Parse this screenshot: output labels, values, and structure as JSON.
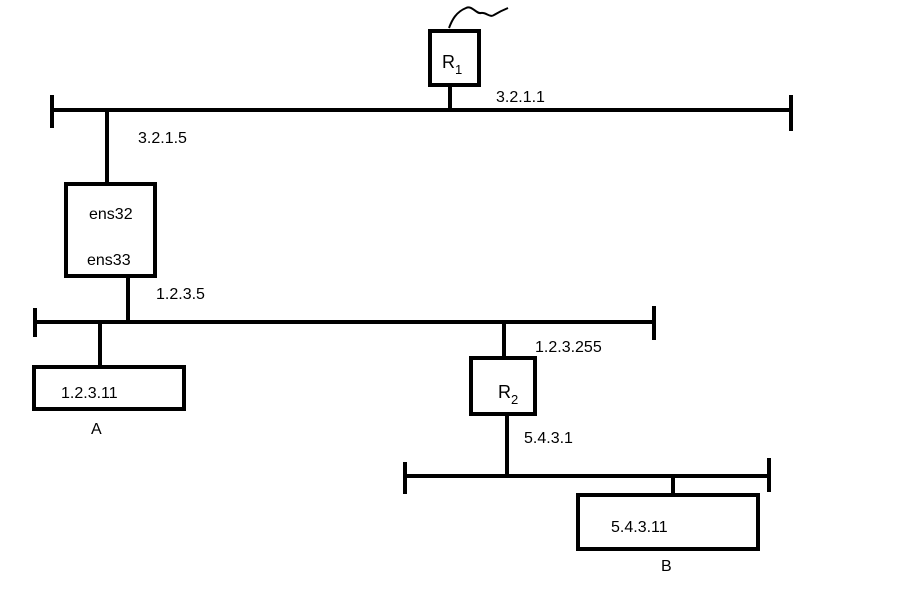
{
  "router_r1": {
    "letter": "R",
    "subscript": "1",
    "address": "3.2.1.1"
  },
  "router_r2": {
    "letter": "R",
    "subscript": "2",
    "address_top": "1.2.3.255",
    "address_bottom": "5.4.3.1"
  },
  "gateway": {
    "iface_top": "ens32",
    "iface_bottom": "ens33",
    "address_top": "3.2.1.5",
    "address_bottom": "1.2.3.5"
  },
  "host_a": {
    "address": "1.2.3.11",
    "name": "A"
  },
  "host_b": {
    "address": "5.4.3.11",
    "name": "B"
  }
}
